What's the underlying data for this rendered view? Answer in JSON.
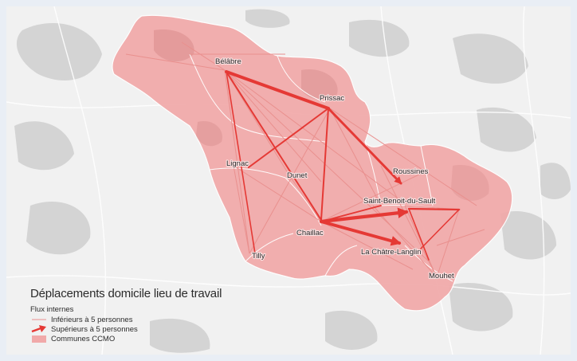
{
  "places": [
    {
      "id": "belabre",
      "name": "Bélâbre"
    },
    {
      "id": "prissac",
      "name": "Prissac"
    },
    {
      "id": "lignac",
      "name": "Lignac"
    },
    {
      "id": "dunet",
      "name": "Dunet"
    },
    {
      "id": "roussines",
      "name": "Roussines"
    },
    {
      "id": "saint-benoit",
      "name": "Saint-Benoit-du-Sault"
    },
    {
      "id": "chaillac",
      "name": "Chaillac"
    },
    {
      "id": "tilly",
      "name": "Tilly"
    },
    {
      "id": "la-chatre-langlin",
      "name": "La Châtre-Langlin"
    },
    {
      "id": "mouhet",
      "name": "Mouhet"
    }
  ],
  "legend": {
    "title": "Déplacements domicile lieu de travail",
    "subtitle": "Flux internes",
    "items": [
      {
        "label": "Inférieurs à 5 personnes",
        "symbol": "thin-line",
        "color": "#e9908e"
      },
      {
        "label": "Supérieurs à 5 personnes",
        "symbol": "arrow",
        "color": "#e53935"
      },
      {
        "label": "Communes CCMO",
        "symbol": "area",
        "color": "#f1a9a9"
      }
    ]
  },
  "colors": {
    "territory": "#f1a9a9",
    "flow_strong": "#e53935",
    "flow_weak": "#e9908e",
    "background": "#f1f1f1",
    "forest": "#cfcfcf"
  }
}
